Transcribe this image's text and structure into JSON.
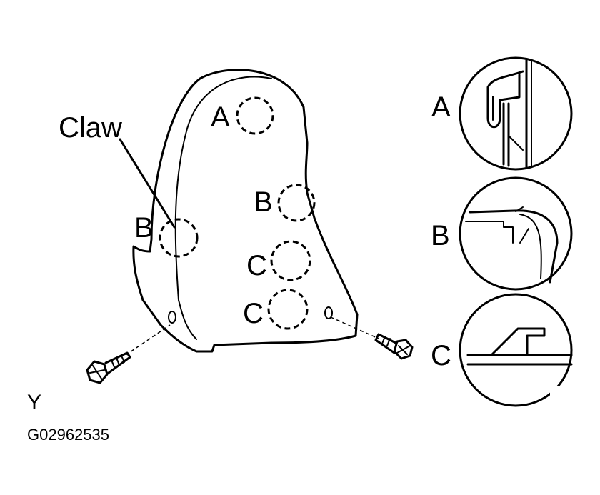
{
  "labels": {
    "claw": "Claw",
    "spot_a": "A",
    "spot_b_left": "B",
    "spot_b_right": "B",
    "spot_c_upper": "C",
    "spot_c_lower": "C",
    "detail_a": "A",
    "detail_b": "B",
    "detail_c": "C"
  },
  "view_label": "Y",
  "figure_code": "G02962535",
  "colors": {
    "line": "#000000",
    "background": "#ffffff"
  }
}
